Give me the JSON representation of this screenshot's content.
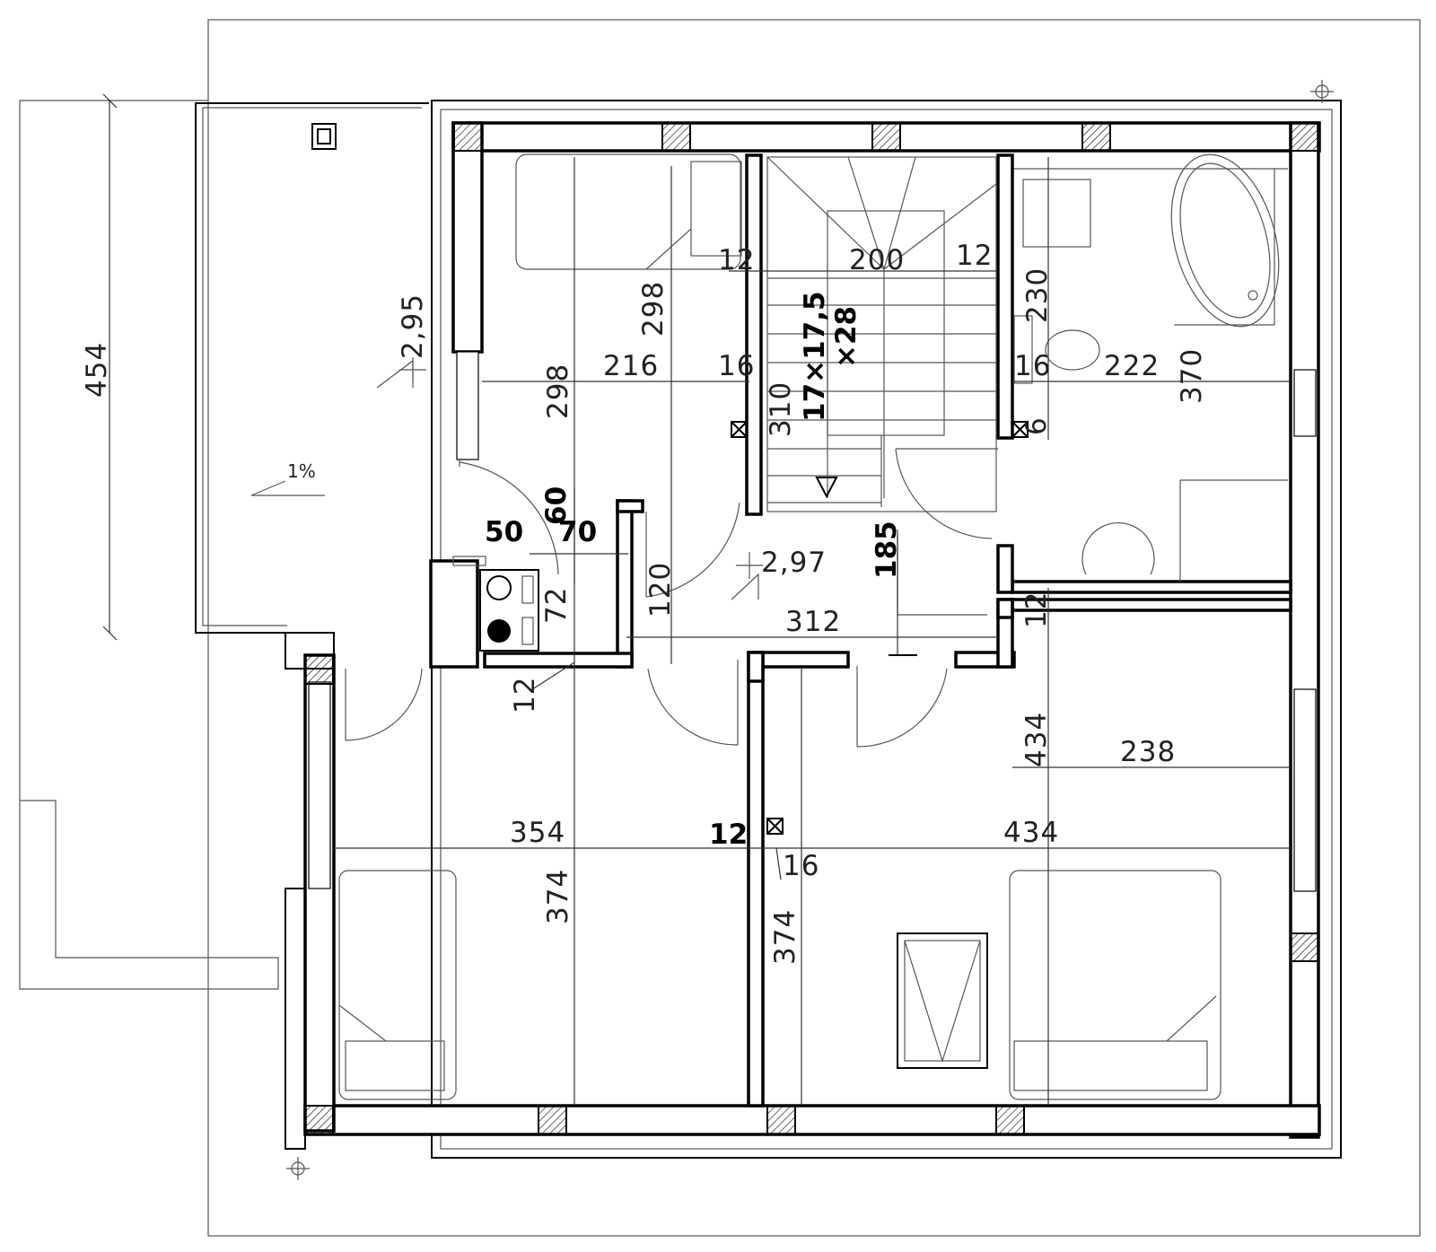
{
  "dimensions": {
    "d454": "454",
    "d298a": "298",
    "d298b": "298",
    "d216": "216",
    "d16a": "16",
    "d310": "310",
    "d12a": "12",
    "d200": "200",
    "d12b": "12",
    "d230": "230",
    "d16b": "16",
    "d222": "222",
    "d370": "370",
    "d6": "6",
    "d60": "60",
    "d50": "50",
    "d70": "70",
    "d72": "72",
    "d120": "120",
    "d185": "185",
    "d312": "312",
    "d12c": "12",
    "d12d": "12",
    "d434a": "434",
    "d238": "238",
    "d354": "354",
    "d12e": "12",
    "d434b": "434",
    "d16c": "16",
    "d374a": "374",
    "d374b": "374"
  },
  "levels": {
    "terrace": "2,95",
    "hall": "2,97"
  },
  "stair": {
    "size": "17×17,5",
    "count": "×28"
  },
  "slope": "1%"
}
